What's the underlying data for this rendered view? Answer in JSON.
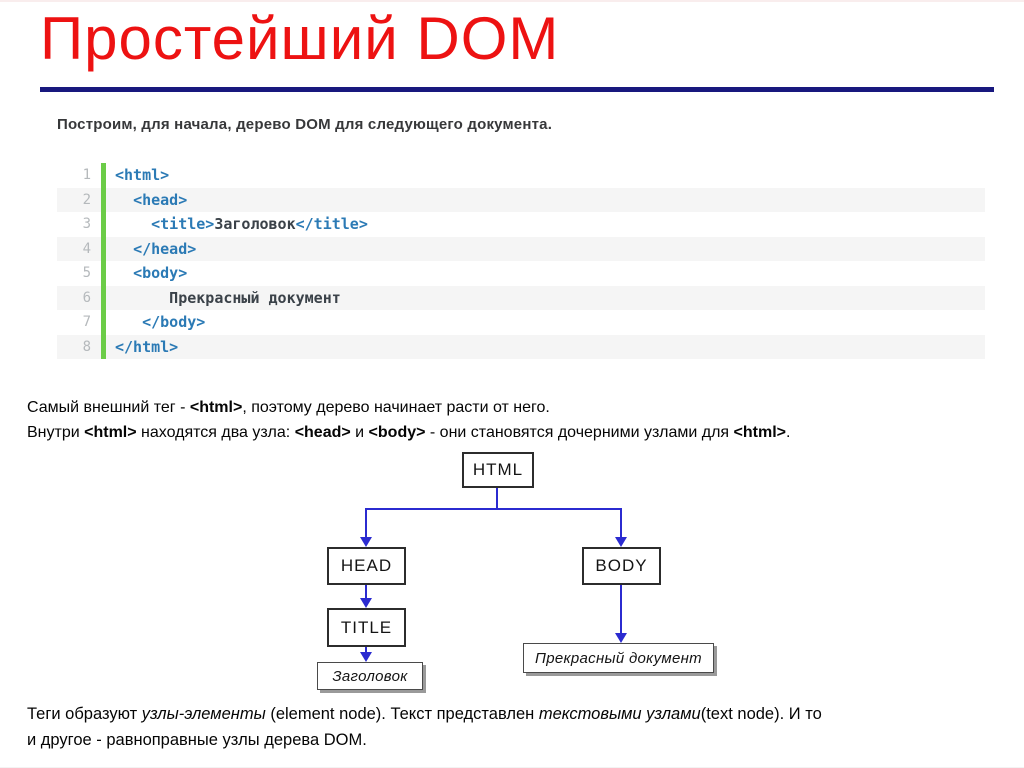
{
  "title": {
    "text": "Простейший DOM"
  },
  "intro": {
    "text": "Построим, для начала, дерево DOM для следующего документа."
  },
  "colors": {
    "title_red": "#ed1212",
    "rule_navy": "#18187e",
    "code_tag_blue": "#2b7ab5",
    "code_plain": "#3b4249",
    "gutter_green": "#6bcc47",
    "connector_blue": "#2b2bd0"
  },
  "code": {
    "lines": [
      {
        "num": "1",
        "segments": [
          {
            "t": "<html>",
            "s": "tag"
          }
        ]
      },
      {
        "num": "2",
        "segments": [
          {
            "t": "  ",
            "s": "plain"
          },
          {
            "t": "<head>",
            "s": "tag"
          }
        ]
      },
      {
        "num": "3",
        "segments": [
          {
            "t": "    ",
            "s": "plain"
          },
          {
            "t": "<title>",
            "s": "tag"
          },
          {
            "t": "Заголовок",
            "s": "plain"
          },
          {
            "t": "</title>",
            "s": "tag"
          }
        ]
      },
      {
        "num": "4",
        "segments": [
          {
            "t": "  ",
            "s": "plain"
          },
          {
            "t": "</head>",
            "s": "tag"
          }
        ]
      },
      {
        "num": "5",
        "segments": [
          {
            "t": "  ",
            "s": "plain"
          },
          {
            "t": "<body>",
            "s": "tag"
          }
        ]
      },
      {
        "num": "6",
        "segments": [
          {
            "t": "      Прекрасный документ",
            "s": "plain"
          }
        ]
      },
      {
        "num": "7",
        "segments": [
          {
            "t": "   ",
            "s": "plain"
          },
          {
            "t": "</body>",
            "s": "tag"
          }
        ]
      },
      {
        "num": "8",
        "segments": [
          {
            "t": "</html>",
            "s": "tag"
          }
        ]
      }
    ]
  },
  "explanation": {
    "lines": [
      [
        {
          "t": "Самый внешний тег - ",
          "s": "n"
        },
        {
          "t": "<html>",
          "s": "b"
        },
        {
          "t": ", поэтому дерево начинает расти от него.",
          "s": "n"
        }
      ],
      [
        {
          "t": "Внутри ",
          "s": "n"
        },
        {
          "t": "<html>",
          "s": "b"
        },
        {
          "t": " находятся два узла: ",
          "s": "n"
        },
        {
          "t": "<head>",
          "s": "b"
        },
        {
          "t": " и ",
          "s": "n"
        },
        {
          "t": "<body>",
          "s": "b"
        },
        {
          "t": " - они становятся дочерними узлами для ",
          "s": "n"
        },
        {
          "t": "<html>",
          "s": "b"
        },
        {
          "t": ".",
          "s": "n"
        }
      ]
    ]
  },
  "diagram": {
    "nodes": {
      "html": "HTML",
      "head": "HEAD",
      "body": "BODY",
      "title": "TITLE",
      "title_text": "Заголовок",
      "body_text": "Прекрасный документ"
    }
  },
  "footer": {
    "lines": [
      [
        {
          "t": "Теги образуют ",
          "s": "n"
        },
        {
          "t": "узлы-элементы",
          "s": "i"
        },
        {
          "t": " (element node). Текст представлен ",
          "s": "n"
        },
        {
          "t": "текстовыми узлами",
          "s": "i"
        },
        {
          "t": "(text node). И то",
          "s": "n"
        }
      ],
      [
        {
          "t": "и другое - равноправные узлы дерева DOM.",
          "s": "n"
        }
      ]
    ]
  }
}
